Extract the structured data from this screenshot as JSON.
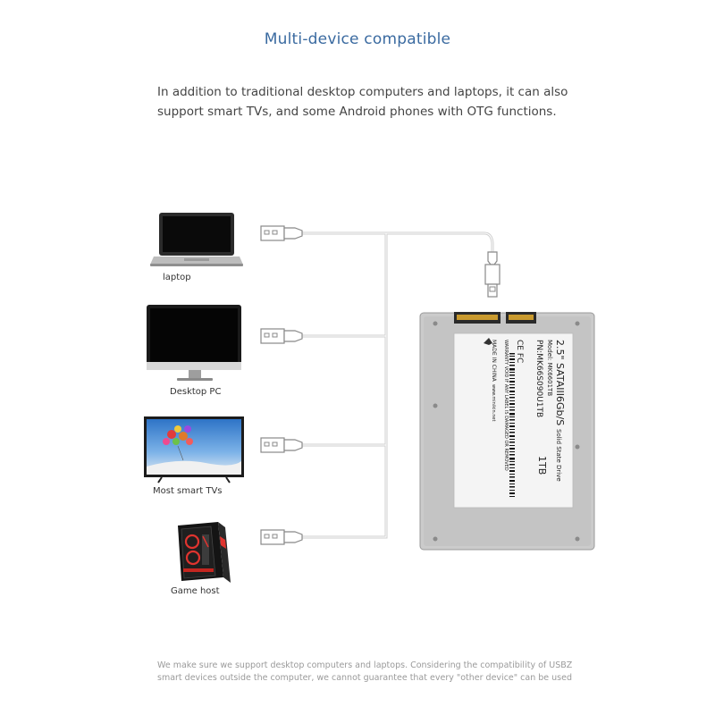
{
  "title": "Multi-device compatible",
  "intro": {
    "line1": "In addition to traditional desktop computers and laptops, it can also",
    "line2": "support smart TVs, and some Android phones with OTG functions."
  },
  "devices": [
    {
      "label": "laptop",
      "icon": "laptop-icon"
    },
    {
      "label": "Desktop PC",
      "icon": "desktop-monitor-icon"
    },
    {
      "label": "Most smart TVs",
      "icon": "tv-icon"
    },
    {
      "label": "Game host",
      "icon": "gaming-pc-tower-icon"
    }
  ],
  "ssd_label": {
    "size_line": "2.5\" SATAIII6Gb/S",
    "type": "Solid State Drive",
    "model_line": "Model: MK6601TB",
    "pn_line": "PN:MK66S090U1TB",
    "capacity": "1TB",
    "cert": "CE FC",
    "warranty": "WARRANTY VOID IF ANY LABEL IS DAMAGED OR REMOVED",
    "made_in": "MADE IN CHINA",
    "website": "www.minikin.net"
  },
  "footer": {
    "line1": "We make sure we support desktop computers and laptops. Considering the compatibility of USBZ",
    "line2": "smart devices outside the computer, we cannot guarantee that every \"other device\" can be used"
  },
  "colors": {
    "title": "#3a6aa0",
    "text": "#444444",
    "footer": "#9a9a9a",
    "cable": "#cfcfcf",
    "ssd_case": "#c9c9c9",
    "connector": "#c99a2e"
  }
}
